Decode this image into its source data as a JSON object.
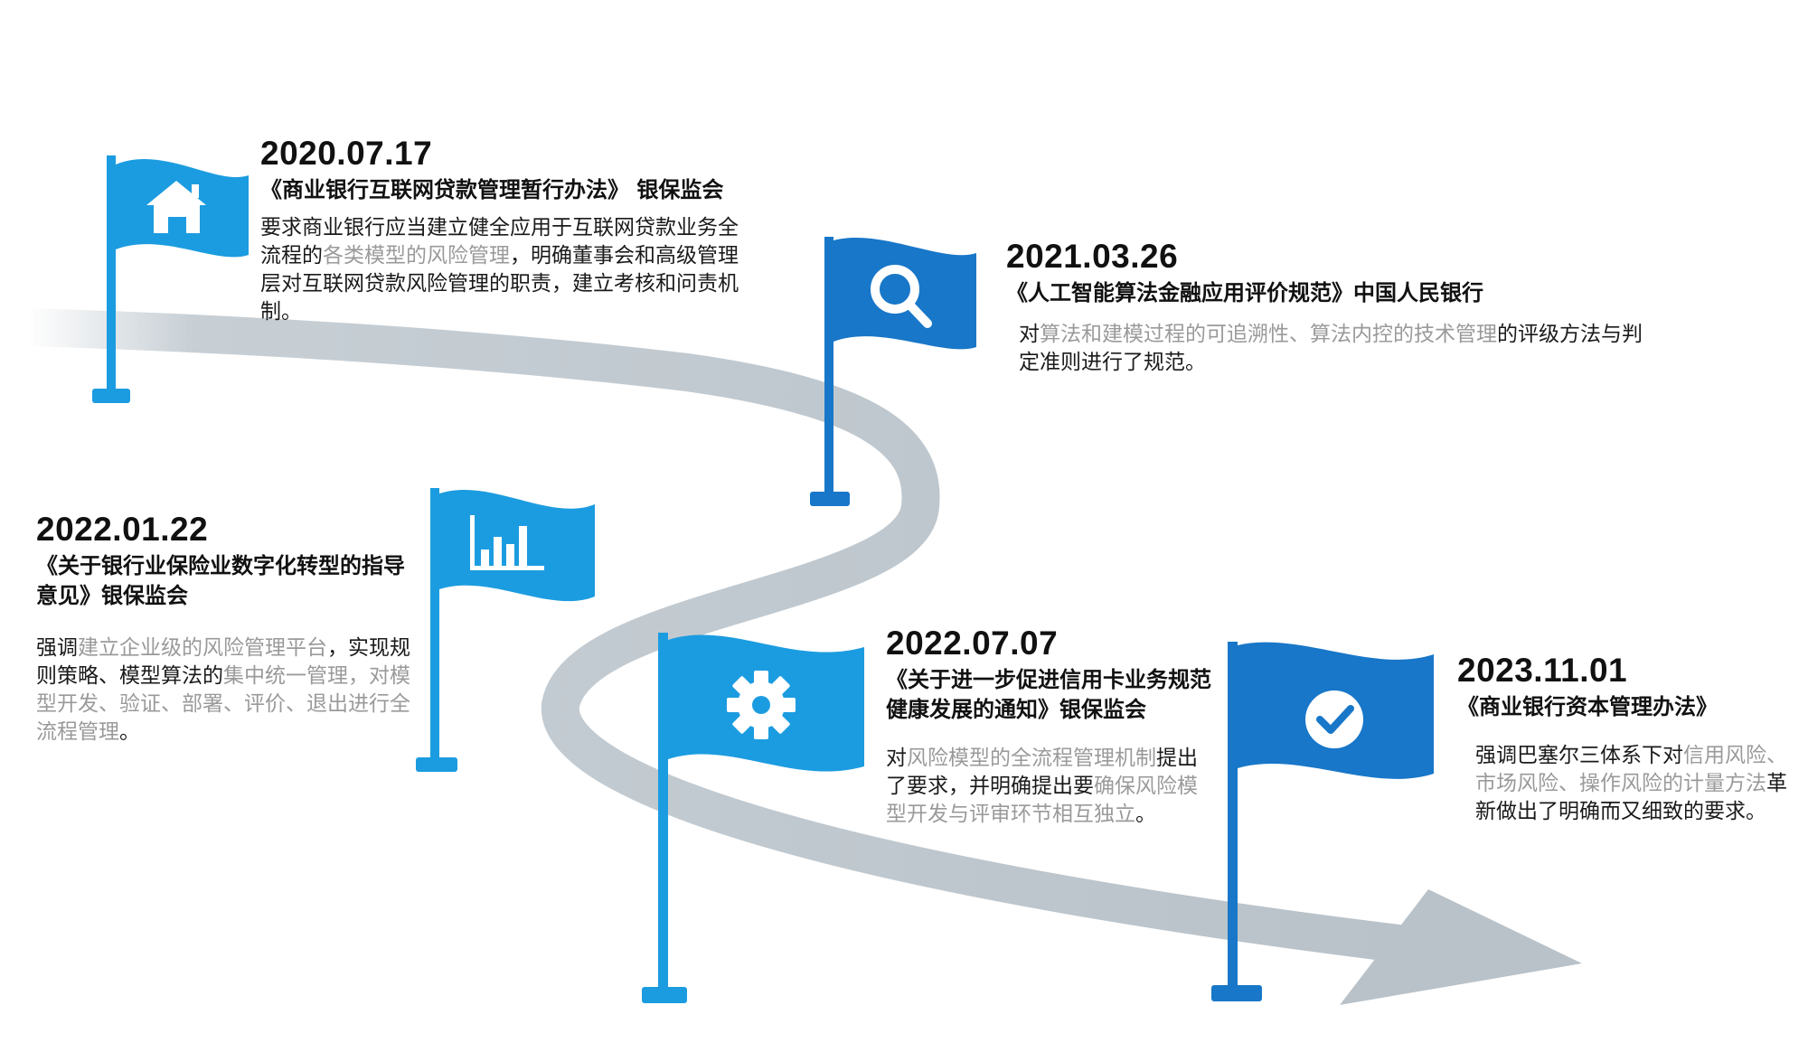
{
  "colors": {
    "flag_light": "#1c9ce0",
    "flag_dark": "#1877c8",
    "road": "#bcc5cc",
    "text": "#111111",
    "highlight": "#9a9a9a"
  },
  "milestones": [
    {
      "date": "2020.07.17",
      "title": "《商业银行互联网贷款管理暂行办法》 银保监会",
      "icon": "house-icon",
      "desc": [
        {
          "t": "要求商业银行应当建立健全应用于互联网贷款业务全流程的"
        },
        {
          "t": "各类模型的风险管理",
          "hl": true
        },
        {
          "t": "，明确董事会和高级管理层对互联网贷款风险管理的职责，建立考核和问责机制。"
        }
      ]
    },
    {
      "date": "2021.03.26",
      "title": "《人工智能算法金融应用评价规范》中国人民银行",
      "icon": "search-icon",
      "desc": [
        {
          "t": "对"
        },
        {
          "t": "算法和建模过程的可追溯性、算法内控的技术管理",
          "hl": true
        },
        {
          "t": "的评级方法与判定准则进行了规范。"
        }
      ]
    },
    {
      "date": "2022.01.22",
      "title": "《关于银行业保险业数字化转型的指导意见》银保监会",
      "icon": "bar-chart-icon",
      "desc": [
        {
          "t": "强调"
        },
        {
          "t": "建立企业级的风险管理平台",
          "hl": true
        },
        {
          "t": "，实现规则策略、模型算法的"
        },
        {
          "t": "集中统一管理，对模型开发、验证、部署、评价、退出进行全流程管理",
          "hl": true
        },
        {
          "t": "。"
        }
      ]
    },
    {
      "date": "2022.07.07",
      "title": "《关于进一步促进信用卡业务规范健康发展的通知》银保监会",
      "icon": "gear-icon",
      "desc": [
        {
          "t": "对"
        },
        {
          "t": "风险模型的全流程管理机制",
          "hl": true
        },
        {
          "t": "提出了要求，并明确提出要"
        },
        {
          "t": "确保风险模型开发与评审环节相互独立",
          "hl": true
        },
        {
          "t": "。"
        }
      ]
    },
    {
      "date": "2023.11.01",
      "title": "《商业银行资本管理办法》",
      "icon": "check-circle-icon",
      "desc": [
        {
          "t": "强调巴塞尔三体系下对"
        },
        {
          "t": "信用风险、市场风险、操作风险的计量方法",
          "hl": true
        },
        {
          "t": "革新做出了明确而又细致的要求。"
        }
      ]
    }
  ]
}
